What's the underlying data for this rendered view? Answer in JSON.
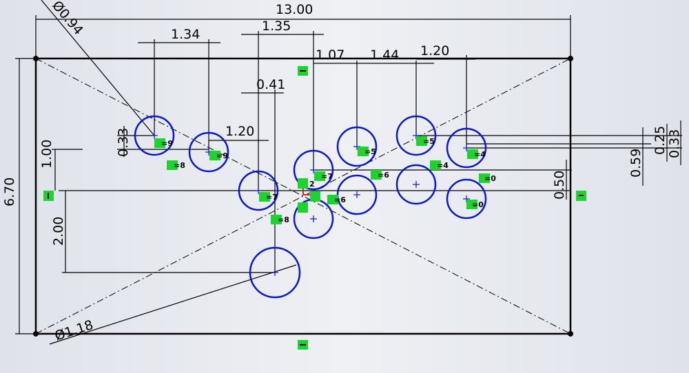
{
  "dimensions": {
    "width": "13.00",
    "height": "6.70",
    "dia_small": "Ø0.94",
    "dia_large": "Ø1.18",
    "d_134": "1.34",
    "d_135": "1.35",
    "d_107": "1.07",
    "d_144": "1.44",
    "d_120_top": "1.20",
    "d_041": "0.41",
    "d_120_mid": "1.20",
    "d_033_left": "0.33",
    "d_100": "1.00",
    "d_200": "2.00",
    "d_050": "0.50",
    "d_059": "0.59",
    "d_025": "0.25",
    "d_033_right": "0.33"
  },
  "relations": [
    "9",
    "8",
    "9",
    "7",
    "8",
    "7",
    "6",
    "6",
    "5",
    "5",
    "4",
    "4",
    "0",
    "0",
    "2"
  ],
  "colors": {
    "circle": "#0a14d6",
    "relation": "#1dd42c",
    "origin": "#e02020"
  }
}
